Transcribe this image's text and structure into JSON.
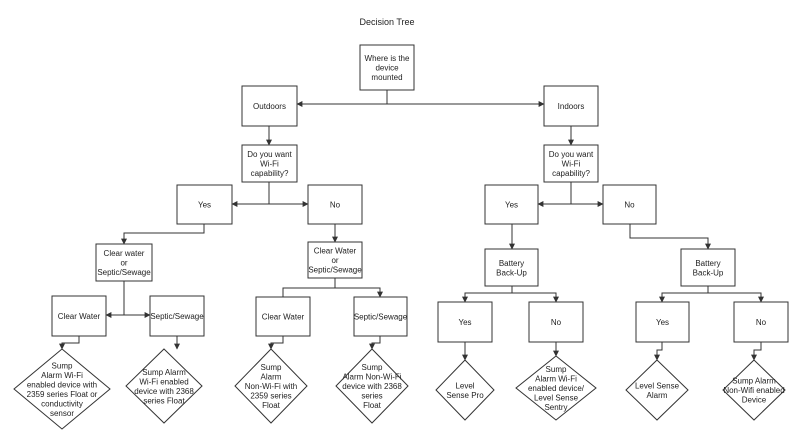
{
  "title": "Decision Tree",
  "nodes": {
    "mount": [
      "Where is the",
      "device",
      "mounted"
    ],
    "outdoors": [
      "Outdoors"
    ],
    "indoors": [
      "Indoors"
    ],
    "wifi_out": [
      "Do you want",
      "Wi-Fi",
      "capability?"
    ],
    "wifi_in": [
      "Do you want",
      "Wi-Fi",
      "capability?"
    ],
    "yes_out": [
      "Yes"
    ],
    "no_out": [
      "No"
    ],
    "yes_in": [
      "Yes"
    ],
    "no_in": [
      "No"
    ],
    "clear_sep_1": [
      "Clear water",
      "or",
      "Septic/Sewage"
    ],
    "clear_sep_2": [
      "Clear Water",
      "or",
      "Septic/Sewage"
    ],
    "battery_1": [
      "Battery",
      "Back-Up"
    ],
    "battery_2": [
      "Battery",
      "Back-Up"
    ],
    "clear_water_1": [
      "Clear Water"
    ],
    "septic_1": [
      "Septic/Sewage"
    ],
    "clear_water_2": [
      "Clear Water"
    ],
    "septic_2": [
      "Septic/Sewage"
    ],
    "yes_b1": [
      "Yes"
    ],
    "no_b1": [
      "No"
    ],
    "yes_b2": [
      "Yes"
    ],
    "no_b2": [
      "No"
    ],
    "res_1": [
      "Sump",
      "Alarm Wi-Fi",
      "enabled device with",
      "2359 series Float or",
      "conductivity",
      "sensor"
    ],
    "res_2": [
      "Sump Alarm",
      "Wi-Fi enabled",
      "device with 2368",
      "series Float"
    ],
    "res_3": [
      "Sump",
      "Alarm",
      "Non-Wi-Fi with",
      "2359 series",
      "Float"
    ],
    "res_4": [
      "Sump",
      "Alarm Non-Wi-Fi",
      "device with 2368",
      "series",
      "Float"
    ],
    "res_5": [
      "Level",
      "Sense Pro"
    ],
    "res_6": [
      "Sump",
      "Alarm Wi-Fi",
      "enabled device/",
      "Level Sense",
      "Sentry"
    ],
    "res_7": [
      "Level Sense",
      "Alarm"
    ],
    "res_8": [
      "Sump Alarm",
      "Non-Wifi enabled",
      "Device"
    ]
  }
}
